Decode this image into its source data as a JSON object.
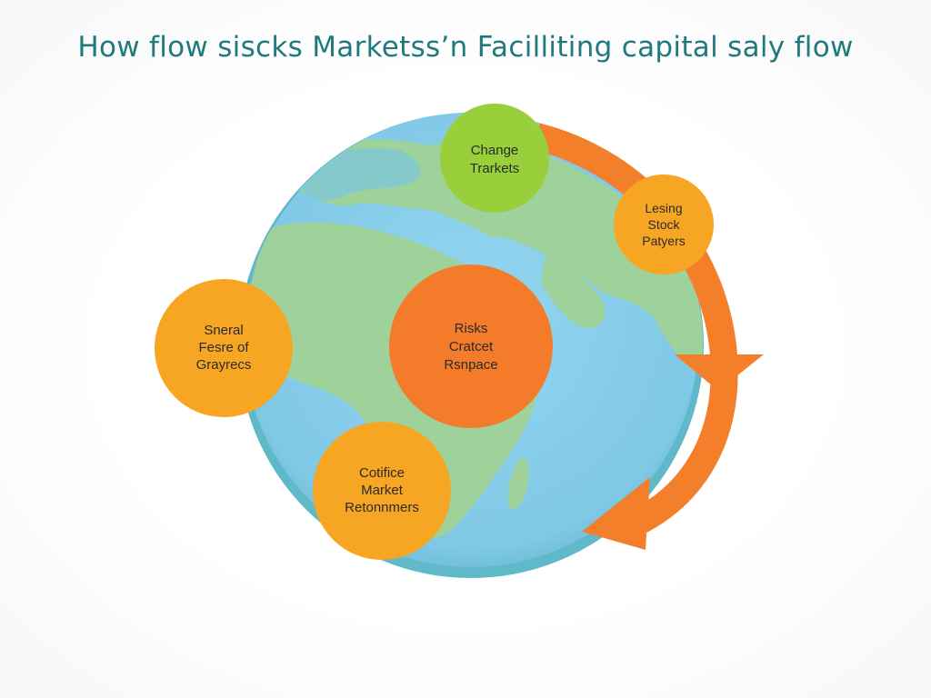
{
  "title": "How flow siscks Marketss’n Facilliting capital saly flow",
  "colors": {
    "ocean": "#86cdea",
    "ocean_edge": "#5fb9c8",
    "land": "#9ed29a",
    "arrow": "#f47f2b",
    "green_node": "#98cf3a",
    "amber_node": "#f7a623",
    "orange_node": "#f47b2a",
    "title": "#1f7a7e"
  },
  "nodes": {
    "change_trarkets": {
      "lines": [
        "Change",
        "Trarkets"
      ],
      "color": "green_node"
    },
    "lesing_stock": {
      "lines": [
        "Lesing",
        "Stock",
        "Patyers"
      ],
      "color": "amber_node"
    },
    "sneral_fesre": {
      "lines": [
        "Sneral",
        "Fesre of",
        "Grayrecs"
      ],
      "color": "amber_node"
    },
    "risks_center": {
      "lines": [
        "Risks",
        "Cratcet",
        "Rsnpace"
      ],
      "color": "orange_node"
    },
    "cotifice_market": {
      "lines": [
        "Cotifice",
        "Market",
        "Retonnmers"
      ],
      "color": "amber_node"
    }
  }
}
